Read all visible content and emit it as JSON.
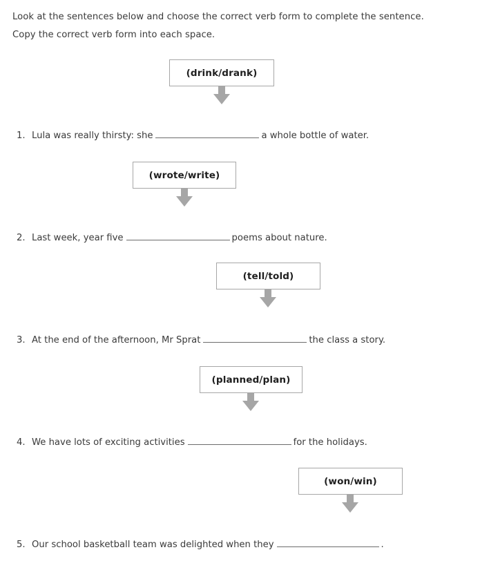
{
  "instructions": {
    "line1": "Look at the sentences below and choose the correct verb form to complete the sentence.",
    "line2": "Copy the correct verb form into each space."
  },
  "colors": {
    "box_border": "#a6a6a6",
    "arrow_fill": "#a6a6a6",
    "text": "#3a3a3a",
    "blank_rule": "#6b6b6b",
    "page_background": "#ffffff"
  },
  "items": [
    {
      "number": "1.",
      "prompt": "(drink/drank)",
      "before_blank": "Lula was really thirsty: she",
      "after_blank": "a whole bottle of water."
    },
    {
      "number": "2.",
      "prompt": "(wrote/write)",
      "before_blank": "Last week, year five",
      "after_blank": "poems about nature."
    },
    {
      "number": "3.",
      "prompt": "(tell/told)",
      "before_blank": "At the end of the afternoon, Mr Sprat",
      "after_blank": "the class a story."
    },
    {
      "number": "4.",
      "prompt": "(planned/plan)",
      "before_blank": "We have lots of exciting activities",
      "after_blank": "for the holidays."
    },
    {
      "number": "5.",
      "prompt": "(won/win)",
      "before_blank": "Our school basketball team was delighted when they",
      "after_blank": "."
    }
  ]
}
